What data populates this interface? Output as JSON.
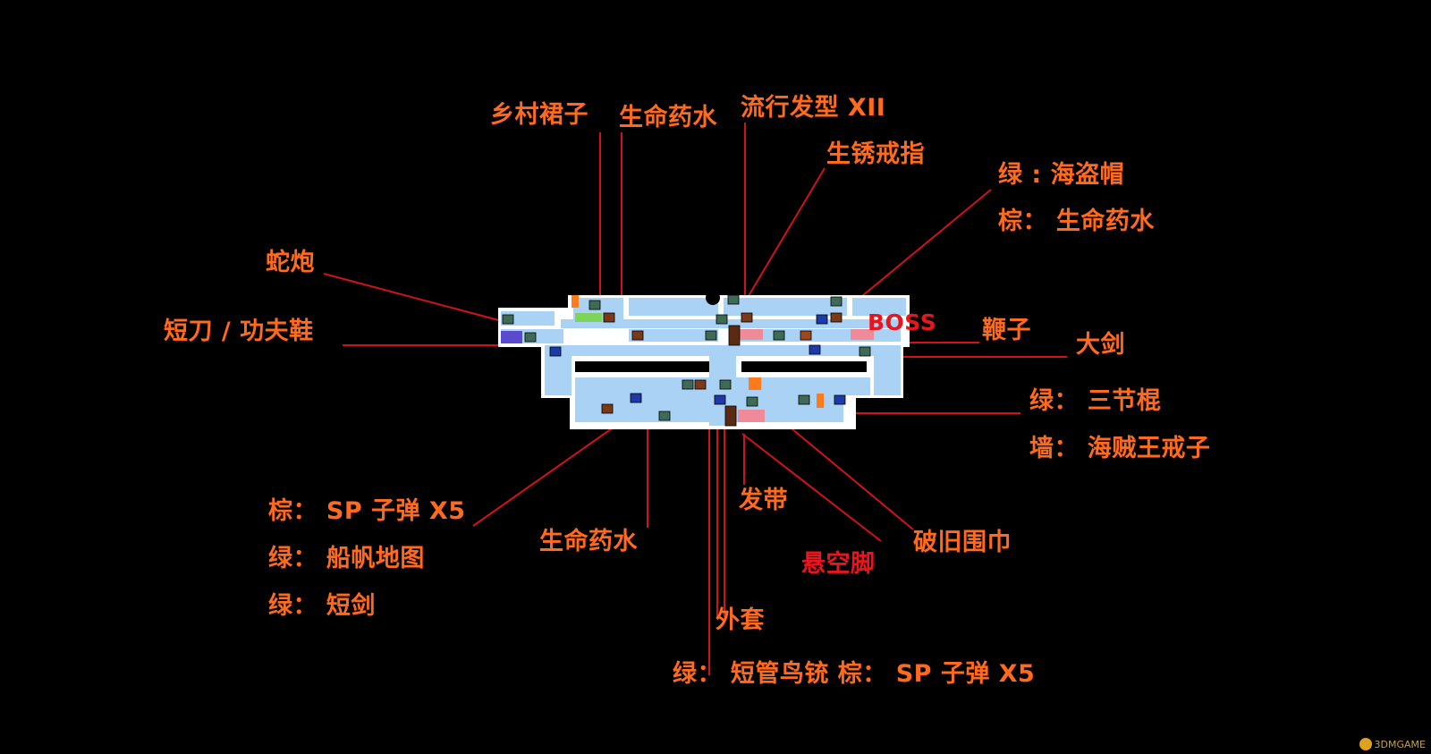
{
  "labels": {
    "xiangcun_qunzi": "乡村裙子",
    "shengming_top": "生命药水",
    "liuxing_faxing": "流行发型 XII",
    "shengxiu_jiezhi": "生锈戒指",
    "lv_haidaomao": "绿 : 海盗帽",
    "zong_shengming": "棕：  生命药水",
    "shepao": "蛇炮",
    "duandao": "短刀 / 功夫鞋",
    "boss": "BOSS",
    "bianzi": "鞭子",
    "dajian": "大剑",
    "lv_sanjiegun": "绿：  三节棍",
    "qiang_haizeiwang": "墙：  海贼王戒子",
    "zong_sp": "棕：  SP 子弹 X5",
    "lv_chuanfan": "绿：  船帆地图",
    "lv_duanjian": "绿：  短剑",
    "shengming_bottom": "生命药水",
    "fadai": "发带",
    "xuankongjiao": "悬空脚",
    "pojiu_weijin": "破旧围巾",
    "waitao": "外套",
    "bottom_line": "绿：  短管鸟铳  棕：  SP 子弹 X5"
  },
  "watermark": "3DMGAME",
  "colors": {
    "label_orange": "#ff6a1c",
    "label_red": "#e8141e",
    "leader_line": "#d0121a",
    "room_fill": "#a9d2f5",
    "wall": "#ffffff",
    "background": "#000000"
  },
  "icons": {
    "chest_green": "green-chest-icon",
    "chest_brown": "brown-chest-icon",
    "chest_blue": "blue-chest-icon"
  }
}
